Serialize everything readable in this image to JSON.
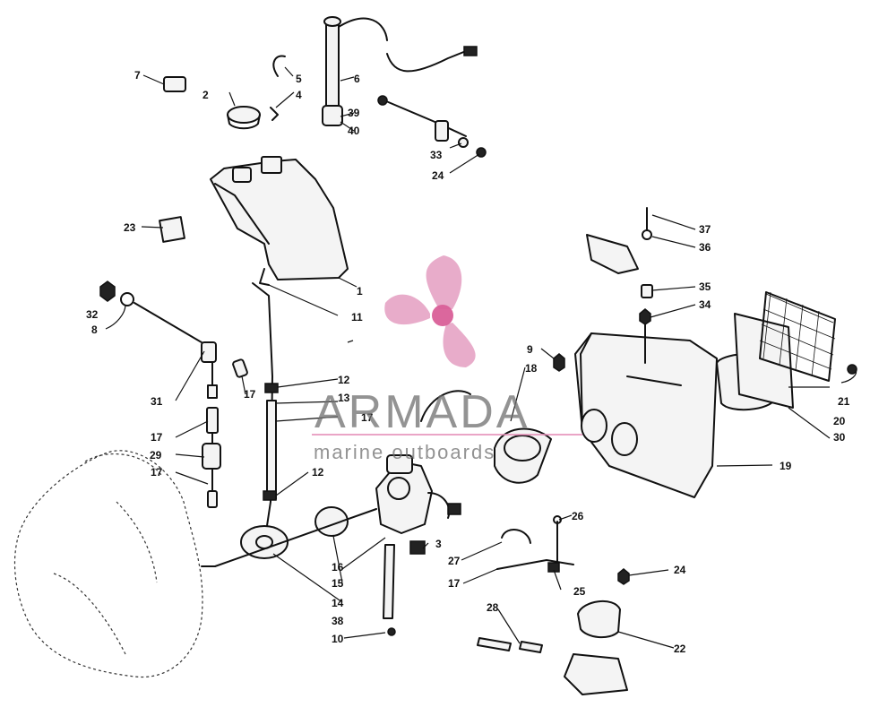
{
  "watermark": {
    "brand": "ARMADA",
    "tagline": "marine outboards"
  },
  "callouts": [
    {
      "label": "1"
    },
    {
      "label": "2"
    },
    {
      "label": "3"
    },
    {
      "label": "4"
    },
    {
      "label": "5"
    },
    {
      "label": "6"
    },
    {
      "label": "7"
    },
    {
      "label": "8"
    },
    {
      "label": "9"
    },
    {
      "label": "10"
    },
    {
      "label": "11"
    },
    {
      "label": "12"
    },
    {
      "label": "13"
    },
    {
      "label": "14"
    },
    {
      "label": "15"
    },
    {
      "label": "16"
    },
    {
      "label": "17"
    },
    {
      "label": "18"
    },
    {
      "label": "19"
    },
    {
      "label": "20"
    },
    {
      "label": "21"
    },
    {
      "label": "22"
    },
    {
      "label": "23"
    },
    {
      "label": "24"
    },
    {
      "label": "25"
    },
    {
      "label": "26"
    },
    {
      "label": "27"
    },
    {
      "label": "28"
    },
    {
      "label": "29"
    },
    {
      "label": "30"
    },
    {
      "label": "31"
    },
    {
      "label": "32"
    },
    {
      "label": "33"
    },
    {
      "label": "34"
    },
    {
      "label": "35"
    },
    {
      "label": "36"
    },
    {
      "label": "37"
    },
    {
      "label": "38"
    },
    {
      "label": "39"
    },
    {
      "label": "40"
    },
    {
      "label": "12"
    },
    {
      "label": "17"
    },
    {
      "label": "17"
    },
    {
      "label": "17"
    },
    {
      "label": "17"
    },
    {
      "label": "24"
    }
  ]
}
